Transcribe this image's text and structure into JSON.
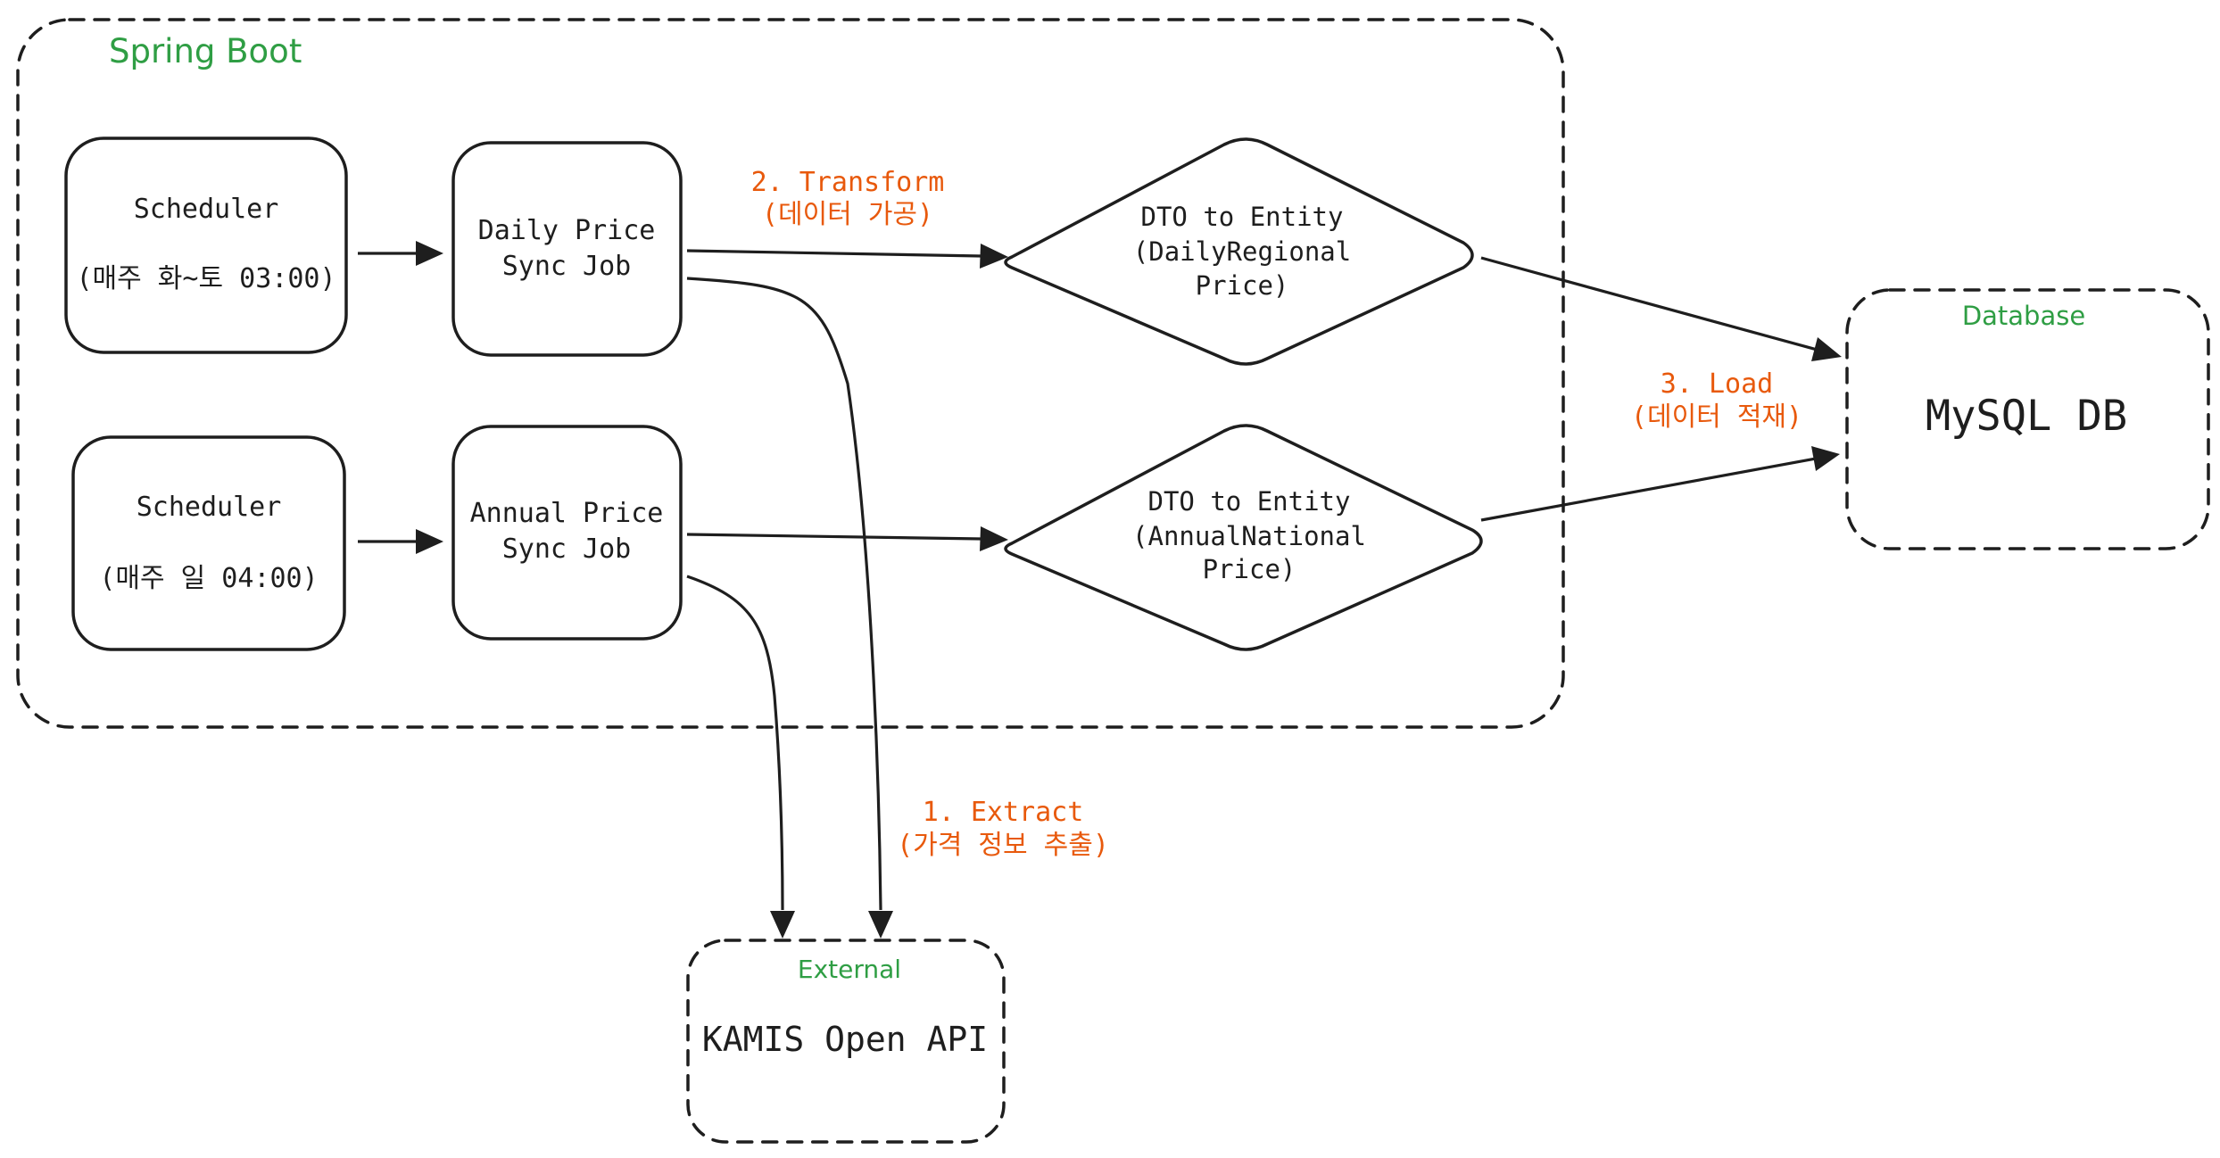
{
  "colors": {
    "group_label": "#2f9e44",
    "edge_label": "#e8590c",
    "stroke": "#1e1e1e"
  },
  "groups": {
    "spring_boot": {
      "label": "Spring Boot"
    },
    "database": {
      "label": "Database"
    },
    "external": {
      "label": "External"
    }
  },
  "nodes": {
    "scheduler_daily": {
      "line1": "Scheduler",
      "line2": "(매주 화~토 03:00)"
    },
    "scheduler_annual": {
      "line1": "Scheduler",
      "line2": "(매주 일 04:00)"
    },
    "daily_job": {
      "line1": "Daily Price",
      "line2": "Sync Job"
    },
    "annual_job": {
      "line1": "Annual Price",
      "line2": "Sync Job"
    },
    "dto_daily": {
      "line1": "DTO to Entity",
      "line2": "(DailyRegional",
      "line3": "Price)"
    },
    "dto_annual": {
      "line1": "DTO to Entity",
      "line2": "(AnnualNational",
      "line3": "Price)"
    },
    "mysql": {
      "label": "MySQL DB"
    },
    "kamis": {
      "label": "KAMIS Open API"
    }
  },
  "edge_labels": {
    "transform": {
      "line1": "2. Transform",
      "line2": "(데이터 가공)"
    },
    "load": {
      "line1": "3. Load",
      "line2": "(데이터 적재)"
    },
    "extract": {
      "line1": "1. Extract",
      "line2": "(가격 정보 추출)"
    }
  }
}
